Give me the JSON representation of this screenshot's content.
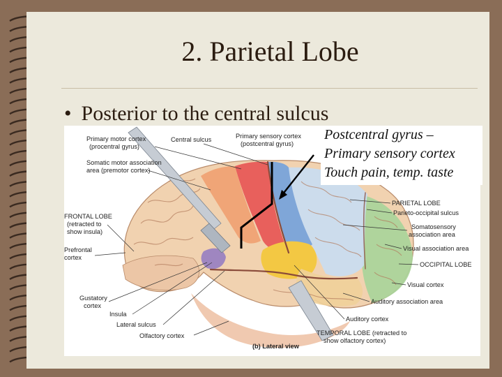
{
  "slide": {
    "title": "2.  Parietal Lobe",
    "bullet": "Posterior to the central sulcus"
  },
  "callout": {
    "lines": [
      "Postcentral gyrus –",
      "Primary sensory cortex",
      "Touch pain, temp. taste"
    ]
  },
  "figure": {
    "caption": "(b) Lateral view",
    "labels": {
      "primary_motor": [
        "Primary motor cortex",
        "(procentral gyrus)"
      ],
      "central_sulcus": "Central sulcus",
      "primary_sensory": [
        "Primary sensory cortex",
        "(postcentral gyrus)"
      ],
      "somatic_motor": [
        "Somatic motor association",
        "area (premotor cortex)"
      ],
      "parietal_lobe": "PARIETAL LOBE",
      "parieto_occipital": "Parieto-occipital sulcus",
      "frontal_lobe": [
        "FRONTAL LOBE",
        "(retracted to",
        "show insula)"
      ],
      "somatosensory": [
        "Somatosensory",
        "association area"
      ],
      "prefrontal": [
        "Prefrontal",
        "cortex"
      ],
      "visual_assoc": "Visual association area",
      "occipital_lobe": "OCCIPITAL LOBE",
      "gustatory": [
        "Gustatory",
        "cortex"
      ],
      "visual_cortex": "Visual cortex",
      "insula": "Insula",
      "auditory_assoc": "Auditory association area",
      "lateral_sulcus": "Lateral sulcus",
      "auditory_cortex": "Auditory cortex",
      "olfactory": "Olfactory cortex",
      "temporal_lobe": [
        "TEMPORAL LOBE (retracted to",
        "show olfactory cortex)"
      ]
    }
  },
  "colors": {
    "background": "#8a6d57",
    "paper": "#ece9dc",
    "brain_tissue": "#f1d2b0",
    "motor_cortex": "#e8605c",
    "sensory_cortex": "#7fa6d8",
    "parietal_assoc": "#c9dcef",
    "occipital": "#a9d49a",
    "temporal": "#efc08c",
    "auditory": "#f3c843",
    "insula": "#9f86c0"
  },
  "icons": [
    "spiral-binding-icon",
    "arrow-icon"
  ]
}
